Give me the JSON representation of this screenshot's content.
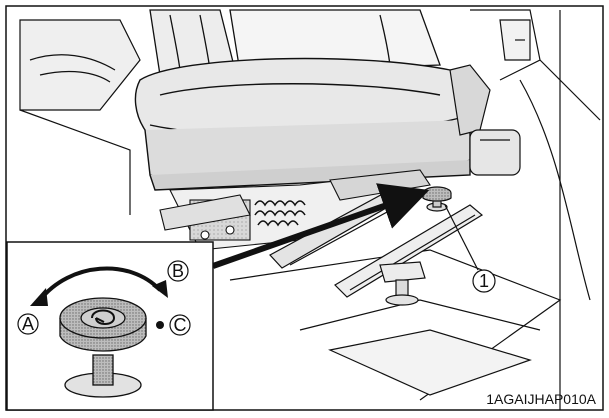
{
  "callouts": {
    "part_1": "1",
    "dir_a": "A",
    "dir_b": "B",
    "pos_c": "C"
  },
  "figure_code": "1AGAIJHAP010A",
  "colors": {
    "line": "#111111",
    "gray_fill": "#c9c9c9",
    "light_fill": "#e6e6e6",
    "dark_fill": "#7a7a7a"
  }
}
